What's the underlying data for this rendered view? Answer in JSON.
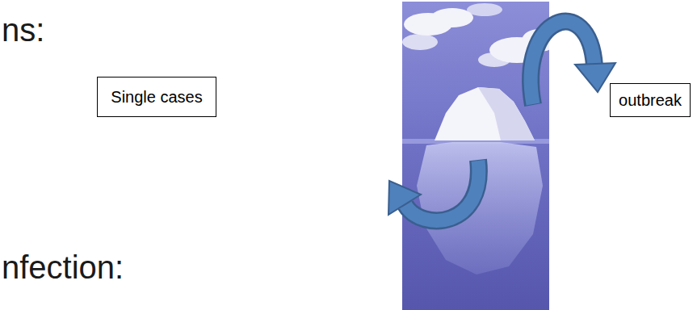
{
  "diagram": {
    "nodes": [
      {
        "text": [
          "Single cases"
        ]
      },
      {
        "text": [
          "outbreak"
        ]
      }
    ],
    "edges": [],
    "labels": [
      "ns:",
      "nfection:"
    ]
  }
}
